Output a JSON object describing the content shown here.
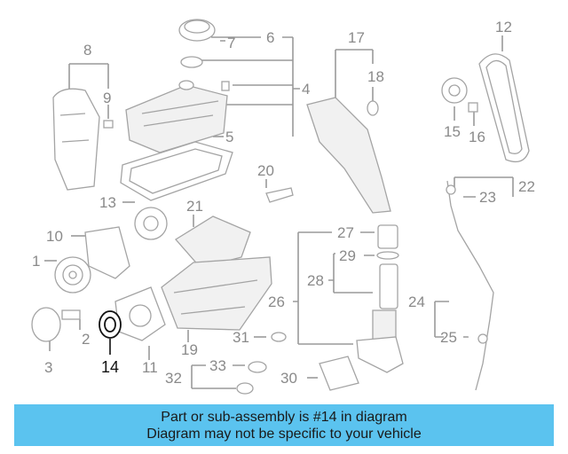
{
  "diagram": {
    "callouts": [
      "1",
      "2",
      "3",
      "4",
      "5",
      "6",
      "7",
      "8",
      "9",
      "11",
      "12",
      "13",
      "15",
      "16",
      "17",
      "18",
      "19",
      "20",
      "21",
      "22",
      "23",
      "24",
      "25",
      "26",
      "27",
      "28",
      "29",
      "30",
      "31",
      "32",
      "33"
    ],
    "highlighted_callout": "14",
    "colors": {
      "highlight": "#111111",
      "line": "#9a9a9a",
      "banner": "#5bc3ef"
    }
  },
  "banner": {
    "line1": "Part or sub-assembly is #14 in diagram",
    "line2": "Diagram may not be specific to your vehicle"
  }
}
